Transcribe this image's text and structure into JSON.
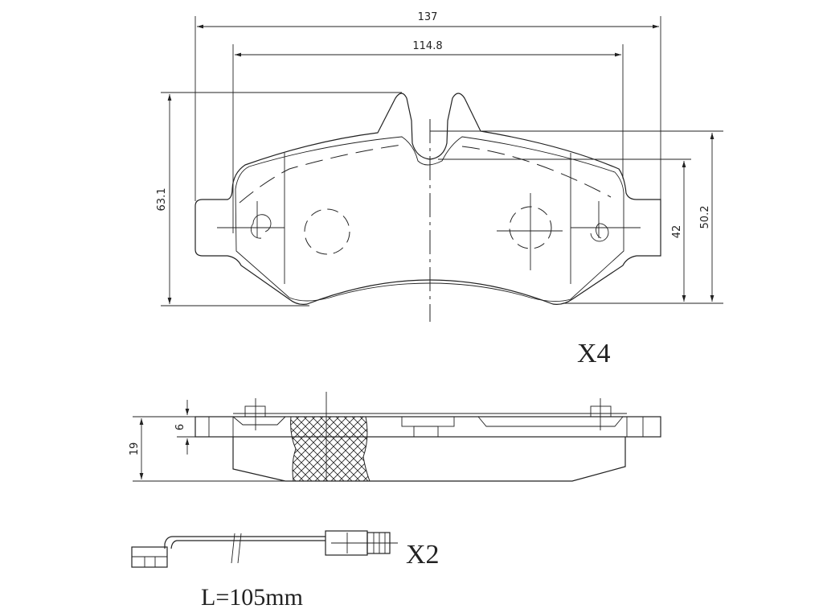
{
  "dimensions": {
    "overall_width": "137",
    "inner_width": "114.8",
    "overall_height": "63.1",
    "height_42": "42",
    "height_50_2": "50.2",
    "plate_thickness": "6",
    "total_thickness": "19"
  },
  "labels": {
    "pad_quantity": "X4",
    "sensor_quantity": "X2",
    "sensor_length": "L=105mm"
  }
}
